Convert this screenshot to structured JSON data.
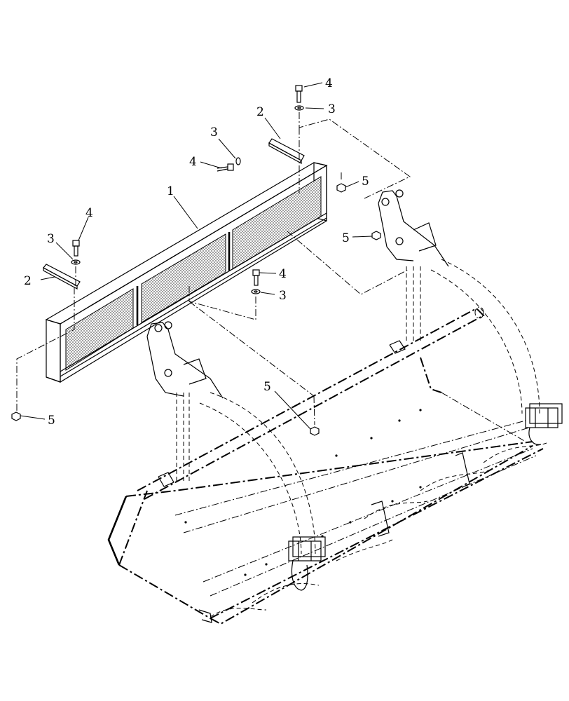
{
  "callouts": [
    {
      "label": "1"
    },
    {
      "label": "2"
    },
    {
      "label": "2"
    },
    {
      "label": "3"
    },
    {
      "label": "3"
    },
    {
      "label": "3"
    },
    {
      "label": "3"
    },
    {
      "label": "4"
    },
    {
      "label": "4"
    },
    {
      "label": "4"
    },
    {
      "label": "4"
    },
    {
      "label": "5"
    },
    {
      "label": "5"
    },
    {
      "label": "5"
    },
    {
      "label": "5"
    }
  ]
}
